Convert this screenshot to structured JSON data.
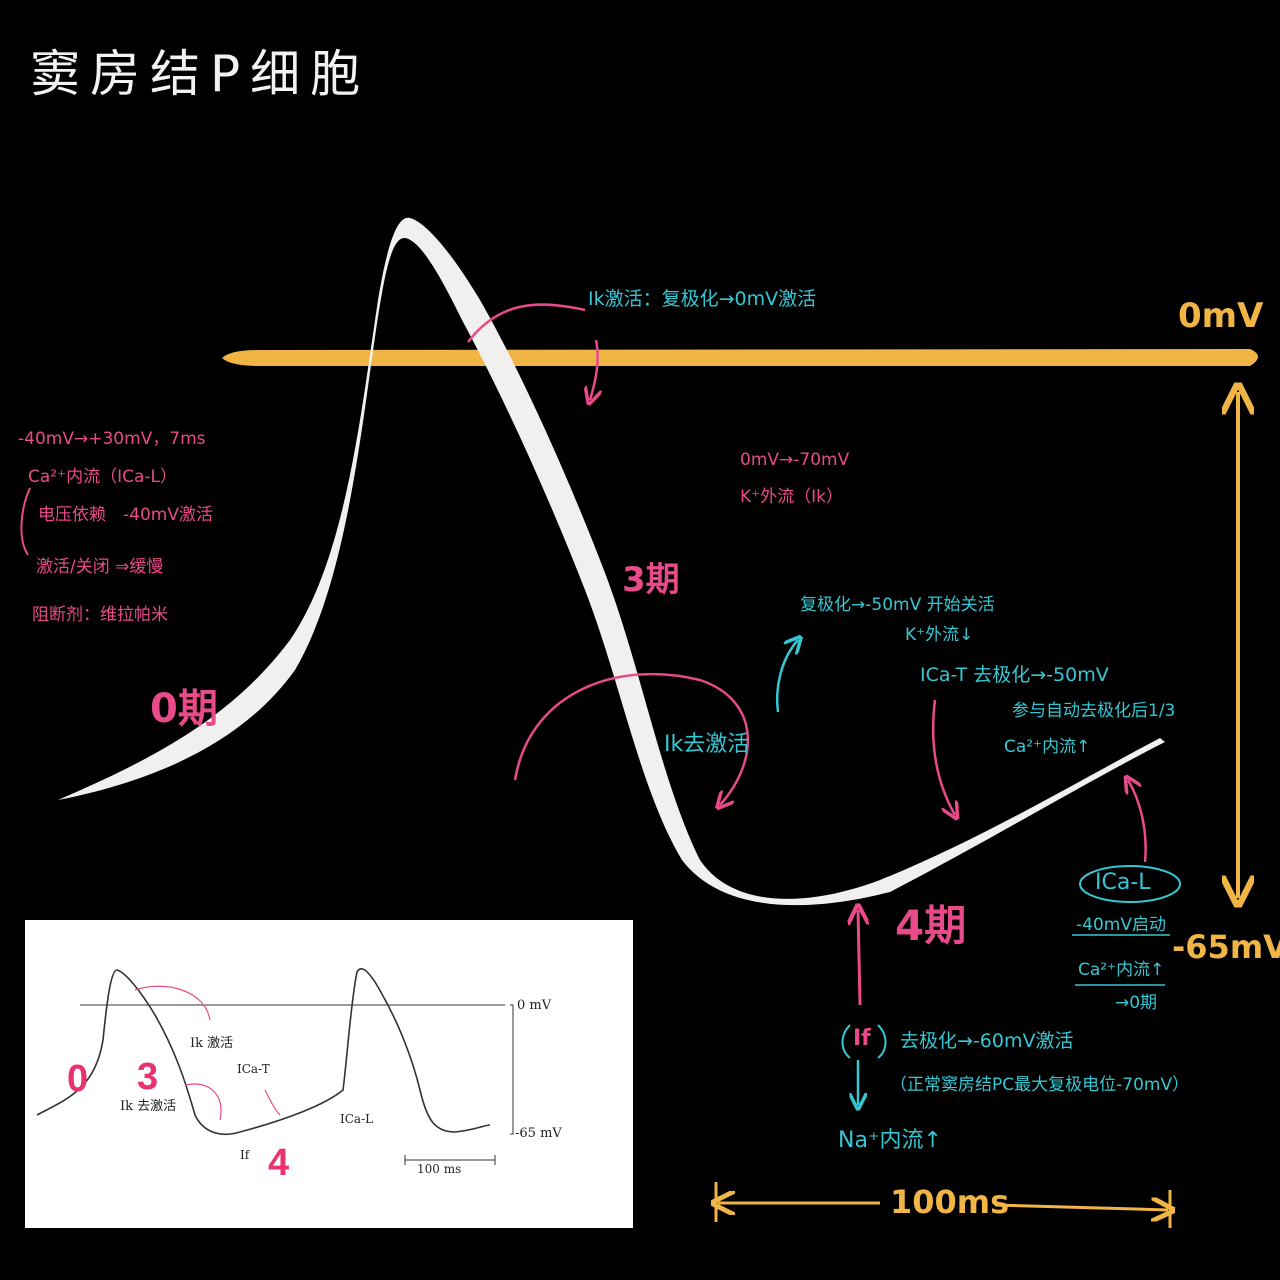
{
  "title": "窦房结P细胞",
  "zero_line_label": "0mV",
  "bottom_label": "-65mV",
  "time_scale_label": "100ms",
  "phases": {
    "phase0": "0期",
    "phase3": "3期",
    "phase4": "4期"
  },
  "phase0_notes": [
    "-40mV→+30mV，7ms",
    "Ca²⁺内流（ICa-L）",
    "电压依赖　-40mV激活",
    "激活/关闭 ⇒缓慢",
    "阻断剂：维拉帕米"
  ],
  "phase3_notes": [
    "0mV→-70mV",
    "K⁺外流（Ik）"
  ],
  "ik_activate": "Ik激活：复极化→0mV激活",
  "ik_deactivate": "Ik去激活",
  "repol_note": [
    "复极化→-50mV 开始关活",
    "K⁺外流↓"
  ],
  "icat_note": [
    "ICa-T 去极化→-50mV",
    "参与自动去极化后1/3",
    "Ca²⁺内流↑"
  ],
  "ical_box": "ICa-L",
  "ical_notes": [
    "-40mV启动",
    "Ca²⁺内流↑",
    "→0期"
  ],
  "if_label": "If",
  "if_notes": [
    "去极化→-60mV激活",
    "（正常窦房结PC最大复极电位-70mV）",
    "Na⁺内流↑"
  ],
  "colors": {
    "background": "#000000",
    "curve": "#f2f0ee",
    "zero_line": "#f0b545",
    "pink": "#e84a8a",
    "cyan": "#35c7d4"
  },
  "inset": {
    "zero_mv": "0 mV",
    "minus65_mv": "-65 mV",
    "time_bar": "100 ms",
    "ik_activate": "Ik 激活",
    "ik_deactivate": "Ik 去激活",
    "ica_t": "ICa-T",
    "ica_l": "ICa-L",
    "if": "If",
    "num0": "0",
    "num3": "3",
    "num4": "4"
  }
}
